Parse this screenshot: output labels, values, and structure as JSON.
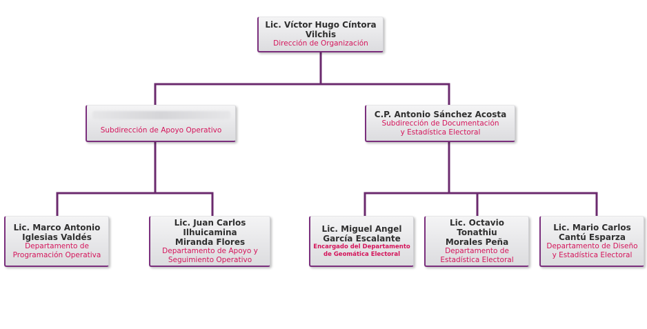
{
  "colors": {
    "connector": "#6b2a6e",
    "name": "#2f2f2f",
    "role": "#d4145a"
  },
  "top": {
    "name": "Lic. Víctor Hugo Cíntora Vilchis",
    "role": "Dirección de Organización"
  },
  "sub_left": {
    "name": "",
    "role": "Subdirección de Apoyo Operativo"
  },
  "sub_right": {
    "name": "C.P. Antonio Sánchez Acosta",
    "role_line1": "Subdirección de Documentación",
    "role_line2": "y Estadística Electoral"
  },
  "depts": [
    {
      "name_line1": "Lic. Marco Antonio",
      "name_line2": "Iglesias Valdés",
      "role_line1": "Departamento de",
      "role_line2": "Programación Operativa"
    },
    {
      "name_line1": "Lic. Juan Carlos Ilhuicamina",
      "name_line2": "Miranda Flores",
      "role_line1": "Departamento de Apoyo y",
      "role_line2": "Seguimiento Operativo"
    },
    {
      "name_line1": "Lic. Miguel Angel",
      "name_line2": "García Escalante",
      "role_line1": "Encargado del Departamento",
      "role_line2": "de Geomática Electoral"
    },
    {
      "name_line1": "Lic. Octavio Tonathiu",
      "name_line2": "Morales Peña",
      "role_line1": "Departamento de",
      "role_line2": "Estadística Electoral"
    },
    {
      "name_line1": "Lic. Mario Carlos",
      "name_line2": "Cantú Esparza",
      "role_line1": "Departamento de Diseño",
      "role_line2": "y Estadística Electoral"
    }
  ]
}
